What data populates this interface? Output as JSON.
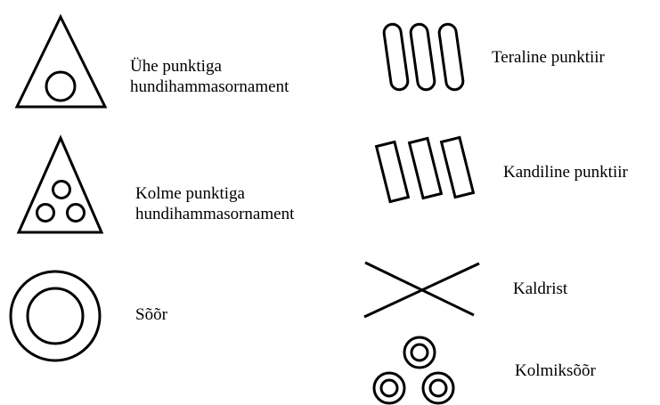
{
  "legend": {
    "items": [
      {
        "id": "triangle-one-dot",
        "icon": "triangle-with-one-circle-icon",
        "lines": [
          "Ühe punktiga",
          "hundihammasornament"
        ]
      },
      {
        "id": "triangle-three-dots",
        "icon": "triangle-with-three-circles-icon",
        "lines": [
          "Kolme punktiga",
          "hundihammasornament"
        ]
      },
      {
        "id": "ring",
        "icon": "concentric-circles-icon",
        "lines": [
          "Sõõr"
        ]
      },
      {
        "id": "oval-dots",
        "icon": "slanted-ovals-icon",
        "lines": [
          "Teraline punktiir"
        ]
      },
      {
        "id": "rect-dots",
        "icon": "slanted-rectangles-icon",
        "lines": [
          "Kandiline punktiir"
        ]
      },
      {
        "id": "cross",
        "icon": "diagonal-cross-icon",
        "lines": [
          "Kaldrist"
        ]
      },
      {
        "id": "triple-ring",
        "icon": "three-concentric-circles-icon",
        "lines": [
          "Kolmiksõõr"
        ]
      }
    ]
  },
  "colors": {
    "stroke": "#000000",
    "background": "#ffffff"
  }
}
